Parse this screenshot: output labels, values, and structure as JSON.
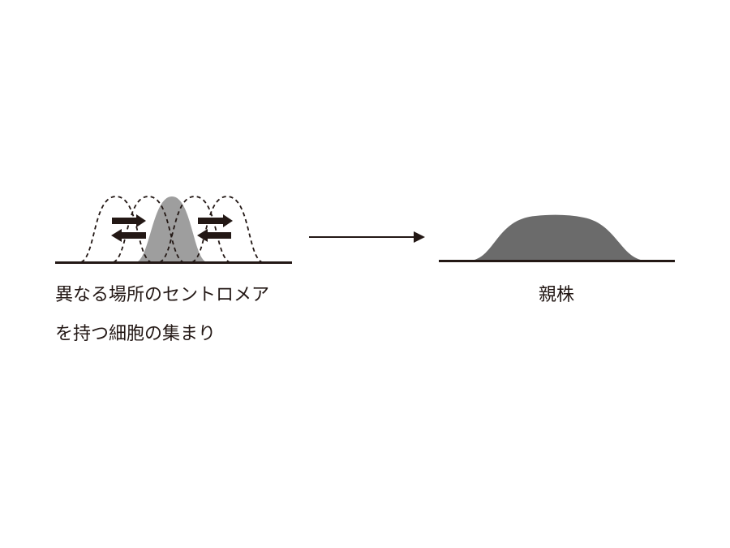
{
  "left_caption": {
    "line1": "異なる場所のセントロメア",
    "line2": "を持つ細胞の集まり"
  },
  "right_caption": "親株",
  "colors": {
    "line": "#231815",
    "left_fill": "#9e9e9e",
    "right_fill": "#6b6b6b"
  }
}
